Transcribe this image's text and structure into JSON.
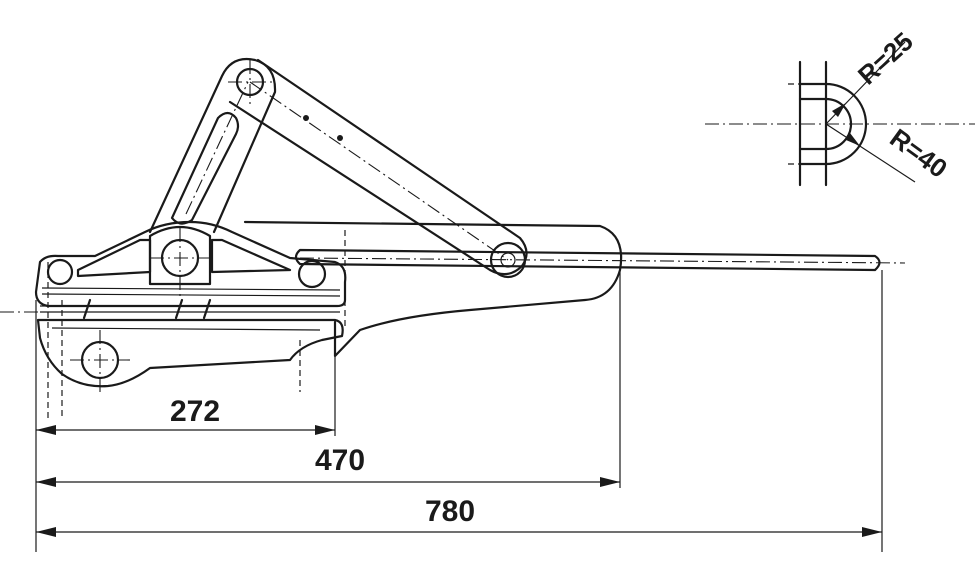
{
  "dimensions": {
    "d272": "272",
    "d470": "470",
    "d780": "780"
  },
  "radius_detail": {
    "r_inner": "R=25",
    "r_outer": "R=40"
  }
}
